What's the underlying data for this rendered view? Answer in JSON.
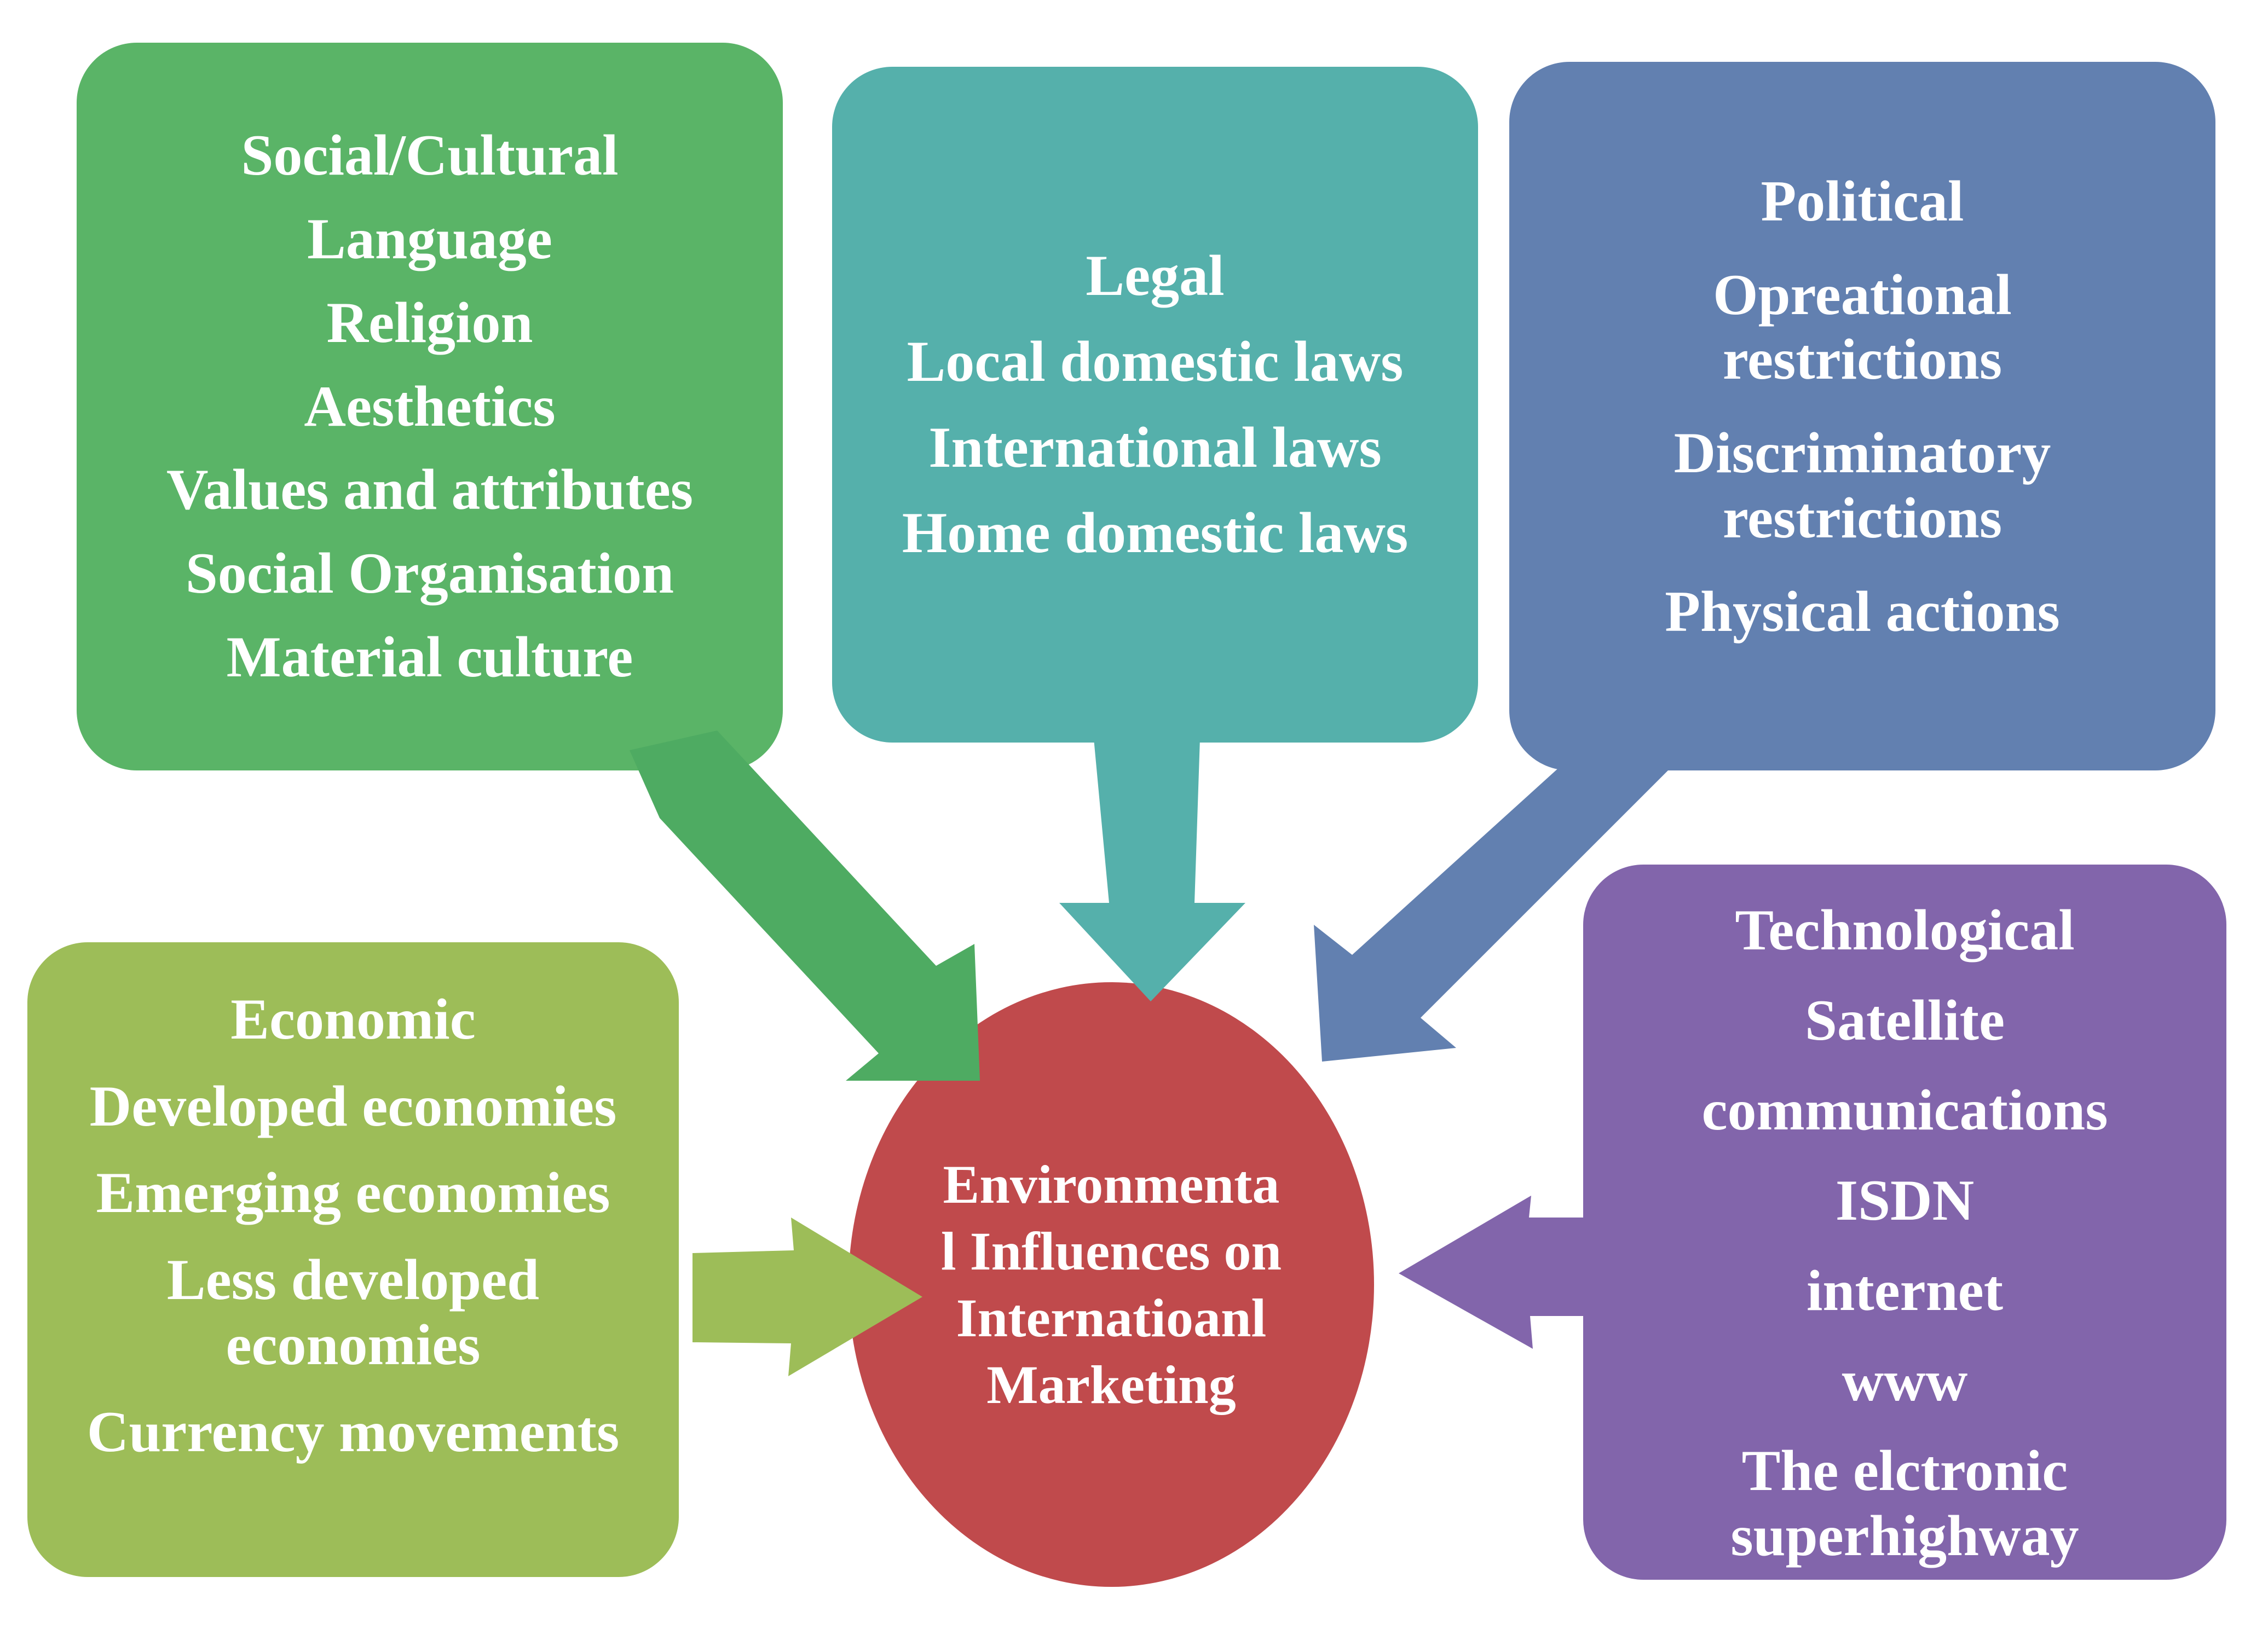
{
  "diagram": {
    "title": "Environmental Influences on International Marketing",
    "center": {
      "text": "Environmenta\nl Influences on\nInternatioanl\nMarketing",
      "color": "#c04a4c"
    },
    "nodes": [
      {
        "id": "social-cultural",
        "color": "#5ab467",
        "title": "Social/Cultural",
        "items": [
          "Language",
          "Religion",
          "Aesthetics",
          "Values and attributes",
          "Social Organisation",
          "Material culture"
        ]
      },
      {
        "id": "legal",
        "color": "#55b0ab",
        "title": "Legal",
        "items": [
          "Local domestic laws",
          "International laws",
          "Home domestic laws"
        ]
      },
      {
        "id": "political",
        "color": "#6280b0",
        "title": "Political",
        "items": [
          "Opreational\nrestrictions",
          "Discriminatory\nrestrictions",
          "Physical actions"
        ]
      },
      {
        "id": "economic",
        "color": "#9dbd58",
        "title": "Economic",
        "items": [
          "Developed economies",
          "Emerging economies",
          "Less developed\neconomies",
          "Currency movements"
        ]
      },
      {
        "id": "technological",
        "color": "#8265ab",
        "title": "Technological",
        "items": [
          "Satellite",
          "communications",
          "ISDN",
          "internet",
          "www",
          "The elctronic\nsuperhighway"
        ]
      }
    ],
    "arrows": [
      {
        "id": "social-to-center",
        "from": "social-cultural",
        "to": "center",
        "direction": "down-right",
        "color": "#4eab62"
      },
      {
        "id": "legal-to-center",
        "from": "legal",
        "to": "center",
        "direction": "down",
        "color": "#55b0ab"
      },
      {
        "id": "political-to-center",
        "from": "political",
        "to": "center",
        "direction": "down-left",
        "color": "#6280b0"
      },
      {
        "id": "economic-to-center",
        "from": "economic",
        "to": "center",
        "direction": "right",
        "color": "#9dbd58"
      },
      {
        "id": "technological-to-center",
        "from": "technological",
        "to": "center",
        "direction": "left",
        "color": "#8265ab"
      }
    ]
  }
}
